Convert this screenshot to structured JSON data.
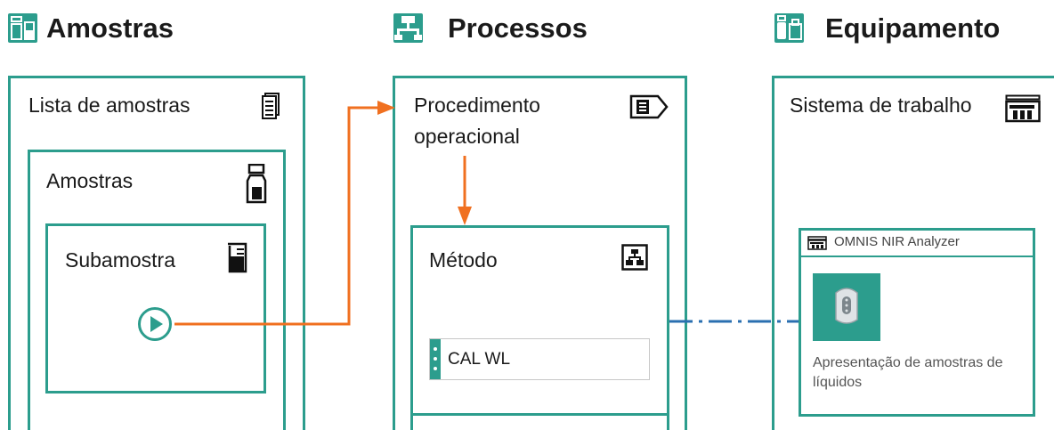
{
  "columns": {
    "samples": {
      "title": "Amostras",
      "outer_label": "Lista de amostras",
      "middle_label": "Amostras",
      "inner_label": "Subamostra",
      "title_icon": "sample-container-beaker-icon",
      "outer_icon": "document-list-icon",
      "middle_icon": "sample-bottle-icon",
      "inner_icon": "beaker-icon",
      "start_icon": "play-circle-icon"
    },
    "processes": {
      "title": "Processos",
      "outer_label_line1": "Procedimento",
      "outer_label_line2": "operacional",
      "inner_label": "Método",
      "method_item": "CAL WL",
      "title_icon": "flowchart-icon",
      "outer_icon": "procedure-tag-icon",
      "inner_icon": "method-hierarchy-icon"
    },
    "equipment": {
      "title": "Equipamento",
      "outer_label": "Sistema de trabalho",
      "device_name": "OMNIS NIR Analyzer",
      "device_caption": "Apresentação de amostras de líquidos",
      "title_icon": "instruments-icon",
      "outer_icon": "work-system-icon",
      "device_icon": "nir-analyzer-icon"
    }
  },
  "colors": {
    "teal": "#2c9d8d",
    "orange_connector": "#f07020",
    "blue_dashed_connector": "#2a6fb0"
  }
}
